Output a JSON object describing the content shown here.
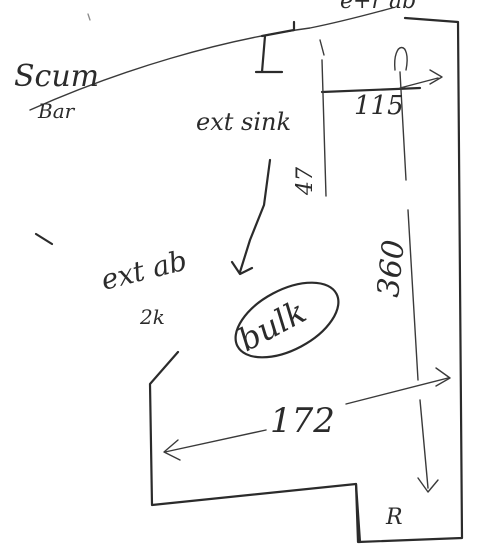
{
  "labels": {
    "top_right_cut": "e+r ab",
    "scum_bar": "Scum",
    "scum_bar_2": "Bar",
    "ext_sink": "ext sink",
    "dim_115": "115",
    "sink_depth": "47",
    "ext_ab": "ext ab",
    "ext_ab_2": "2k",
    "dim_360": "360",
    "bulk": "bulk",
    "dim_172": "172",
    "r_box": "R"
  },
  "colors": {
    "ink": "#2b2b2b",
    "paper": "#ffffff"
  }
}
